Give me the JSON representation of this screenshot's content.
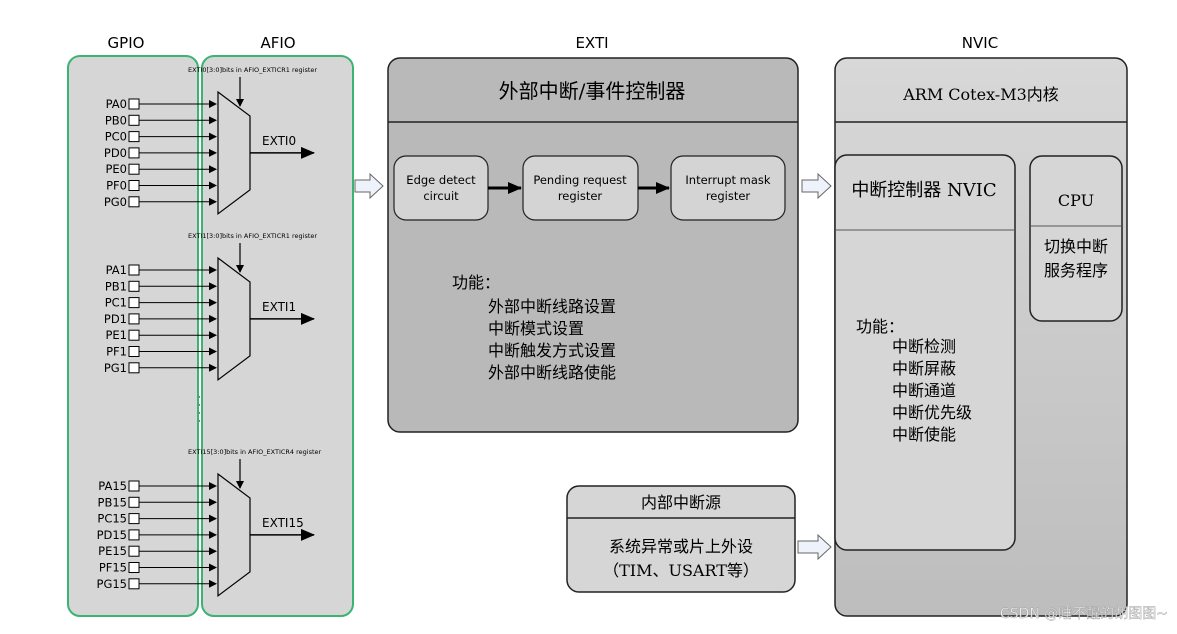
{
  "headers": {
    "gpio": "GPIO",
    "afio": "AFIO",
    "exti": "EXTI",
    "nvic": "NVIC"
  },
  "gpio_groups": [
    {
      "pins": [
        "PA0",
        "PB0",
        "PC0",
        "PD0",
        "PE0",
        "PF0",
        "PG0"
      ],
      "register_label": "EXTI0[3:0]bits in AFIO_EXTICR1 register",
      "output_label": "EXTI0"
    },
    {
      "pins": [
        "PA1",
        "PB1",
        "PC1",
        "PD1",
        "PE1",
        "PF1",
        "PG1"
      ],
      "register_label": "EXTI1[3:0]bits in AFIO_EXTICR1 register",
      "output_label": "EXTI1"
    },
    {
      "pins": [
        "PA15",
        "PB15",
        "PC15",
        "PD15",
        "PE15",
        "PF15",
        "PG15"
      ],
      "register_label": "EXTI15[3:0]bits in AFIO_EXTICR4 register",
      "output_label": "EXTI15"
    }
  ],
  "exti": {
    "title": "外部中断/事件控制器",
    "blocks": [
      {
        "line1": "Edge detect",
        "line2": "circuit"
      },
      {
        "line1": "Pending request",
        "line2": "register"
      },
      {
        "line1": "Interrupt mask",
        "line2": "register"
      }
    ],
    "func_label": "功能：",
    "functions": [
      "外部中断线路设置",
      "中断模式设置",
      "中断触发方式设置",
      "外部中断线路使能"
    ]
  },
  "nvic": {
    "core_title": "ARM Cotex-M3内核",
    "controller_title": "中断控制器 NVIC",
    "func_label": "功能：",
    "functions": [
      "中断检测",
      "中断屏蔽",
      "中断通道",
      "中断优先级",
      "中断使能"
    ],
    "cpu_title": "CPU",
    "cpu_lines": [
      "切换中断",
      "服务程序"
    ]
  },
  "internal_source": {
    "title": "内部中断源",
    "line1": "系统异常或片上外设",
    "line2": "（TIM、USART等）"
  },
  "watermark": "CSDN @睡不醒的胡图图~",
  "colors": {
    "green_border": "#3cb371",
    "panel_fill": "#d6d6d6",
    "box_fill": "#b9b9b9",
    "block_fill": "#d4d4d4"
  }
}
